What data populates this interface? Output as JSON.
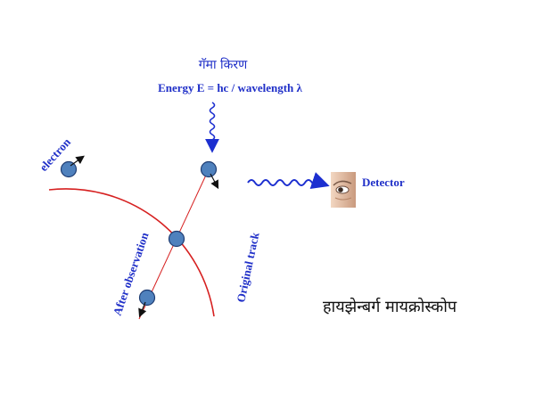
{
  "gamma_label": "गॅमा किरण",
  "energy_formula": "Energy E = hc / wavelength λ",
  "electron_label": "electron",
  "detector_label": "Detector",
  "after_observation_label": "After observation",
  "original_track_label": "Original track",
  "title": "हायझेन्बर्ग मायक्रोस्कोप",
  "colors": {
    "text_blue": "#1f2fc8",
    "track_red": "#d62020",
    "electron_fill": "#4f81bd",
    "electron_stroke": "#1f3d73",
    "wave_blue": "#1c2fd0",
    "title_black": "#111111"
  },
  "icons": {
    "detector": "eye-icon"
  }
}
